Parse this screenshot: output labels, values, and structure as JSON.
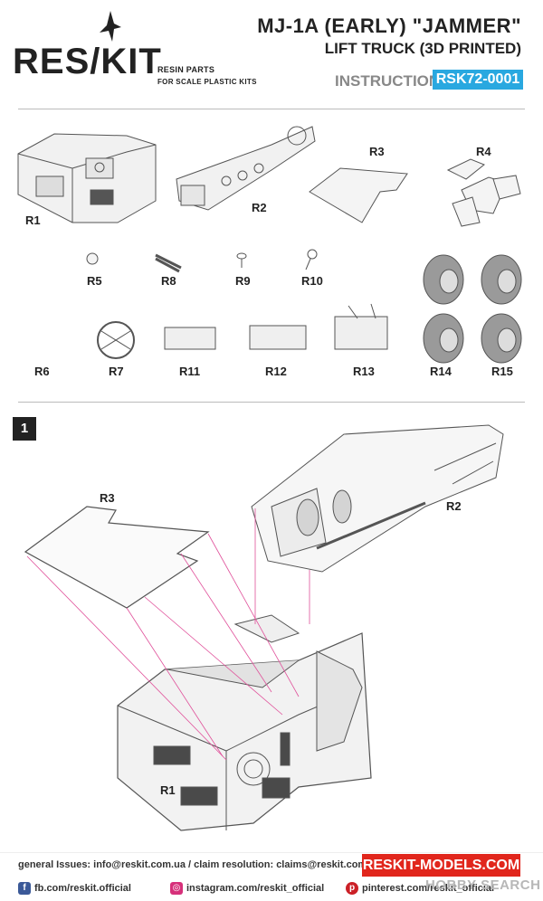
{
  "header": {
    "brand": "RES/KIT",
    "brand_sub1": "RESIN PARTS",
    "brand_sub2": "FOR SCALE PLASTIC KITS",
    "title_line1": "MJ-1A (EARLY) \"JAMMER\"",
    "title_line2": "LIFT TRUCK (3D PRINTED)",
    "instruction_label": "INSTRUCTION",
    "product_code": "RSK72-0001"
  },
  "parts": [
    {
      "label": "R1"
    },
    {
      "label": "R2"
    },
    {
      "label": "R3"
    },
    {
      "label": "R4"
    },
    {
      "label": "R5"
    },
    {
      "label": "R8"
    },
    {
      "label": "R9"
    },
    {
      "label": "R10"
    },
    {
      "label": "R6"
    },
    {
      "label": "R7"
    },
    {
      "label": "R11"
    },
    {
      "label": "R12"
    },
    {
      "label": "R13"
    },
    {
      "label": "R14"
    },
    {
      "label": "R15"
    }
  ],
  "step": {
    "number": "1",
    "labels": {
      "r3": "R3",
      "r2": "R2",
      "r1": "R1"
    }
  },
  "footer": {
    "contact": "general Issues: info@reskit.com.ua / claim resolution: claims@reskit.com.ua",
    "website": "RESKIT-MODELS.COM",
    "facebook": "fb.com/reskit.official",
    "instagram": "instagram.com/reskit_official",
    "pinterest": "pinterest.com/reskit_official",
    "watermark": "HOBBY SEARCH"
  },
  "colors": {
    "accent_blue": "#29a8e0",
    "accent_red": "#e1261c",
    "guide_line": "#e0509a"
  },
  "icons": {
    "facebook": "facebook-icon",
    "instagram": "instagram-icon",
    "pinterest": "pinterest-icon"
  }
}
